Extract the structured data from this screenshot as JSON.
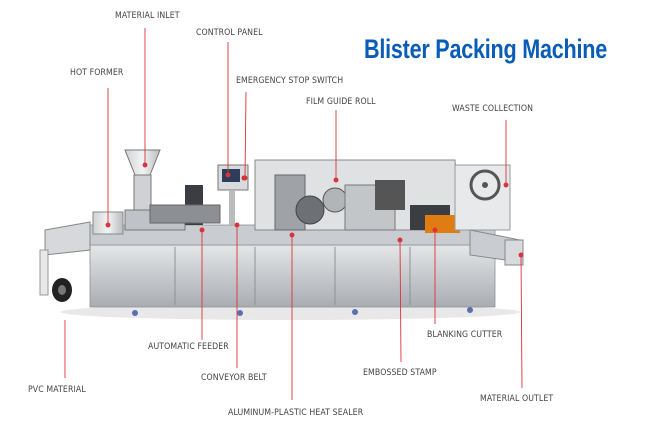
{
  "title": "Blister Packing Machine",
  "accent_color": "#0a5db6",
  "leader_color": "#d9343b",
  "labels": {
    "material_inlet": "MATERIAL INLET",
    "control_panel": "CONTROL PANEL",
    "hot_former": "HOT FORMER",
    "emergency_stop": "EMERGENCY STOP SWITCH",
    "film_guide_roll": "FILM GUIDE ROLL",
    "waste_collection": "WASTE COLLECTION",
    "automatic_feeder": "AUTOMATIC FEEDER",
    "blanking_cutter": "BLANKING CUTTER",
    "pvc_material": "PVC MATERIAL",
    "conveyor_belt": "CONVEYOR BELT",
    "embossed_stamp": "EMBOSSED STAMP",
    "material_outlet": "MATERIAL OUTLET",
    "heat_sealer": "ALUMINUM-PLASTIC HEAT SEALER"
  }
}
